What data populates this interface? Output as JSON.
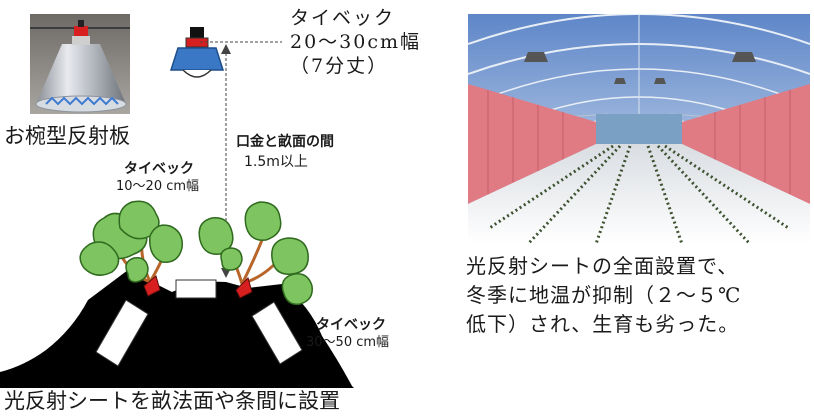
{
  "labels": {
    "lamp_sheet_line1": "タイベック",
    "lamp_sheet_line2": "20〜30cm幅",
    "lamp_sheet_line3": "（7分丈）",
    "reflector_name": "お椀型反射板",
    "distance_line1": "口金と畝面の間",
    "distance_line2": "1.5m以上",
    "top_sheet_line1": "タイベック",
    "top_sheet_line2": "10〜20 cm幅",
    "side_sheet_line1": "タイベック",
    "side_sheet_line2": "30〜50 cm幅",
    "caption_left": "光反射シートを畝法面や条間に設置"
  },
  "caption_right": {
    "line1": "光反射シートの全面設置で、",
    "line2": "冬季に地温が抑制（２〜５℃",
    "line3": "低下）され、生育も劣った。"
  },
  "colors": {
    "lamp_shade": "#3a78c6",
    "lamp_red_cap": "#d81f1f",
    "leaf_fill": "#7ec460",
    "ridge": "#000000",
    "sheet_fill": "#ffffff",
    "stem": "#b8652a"
  }
}
